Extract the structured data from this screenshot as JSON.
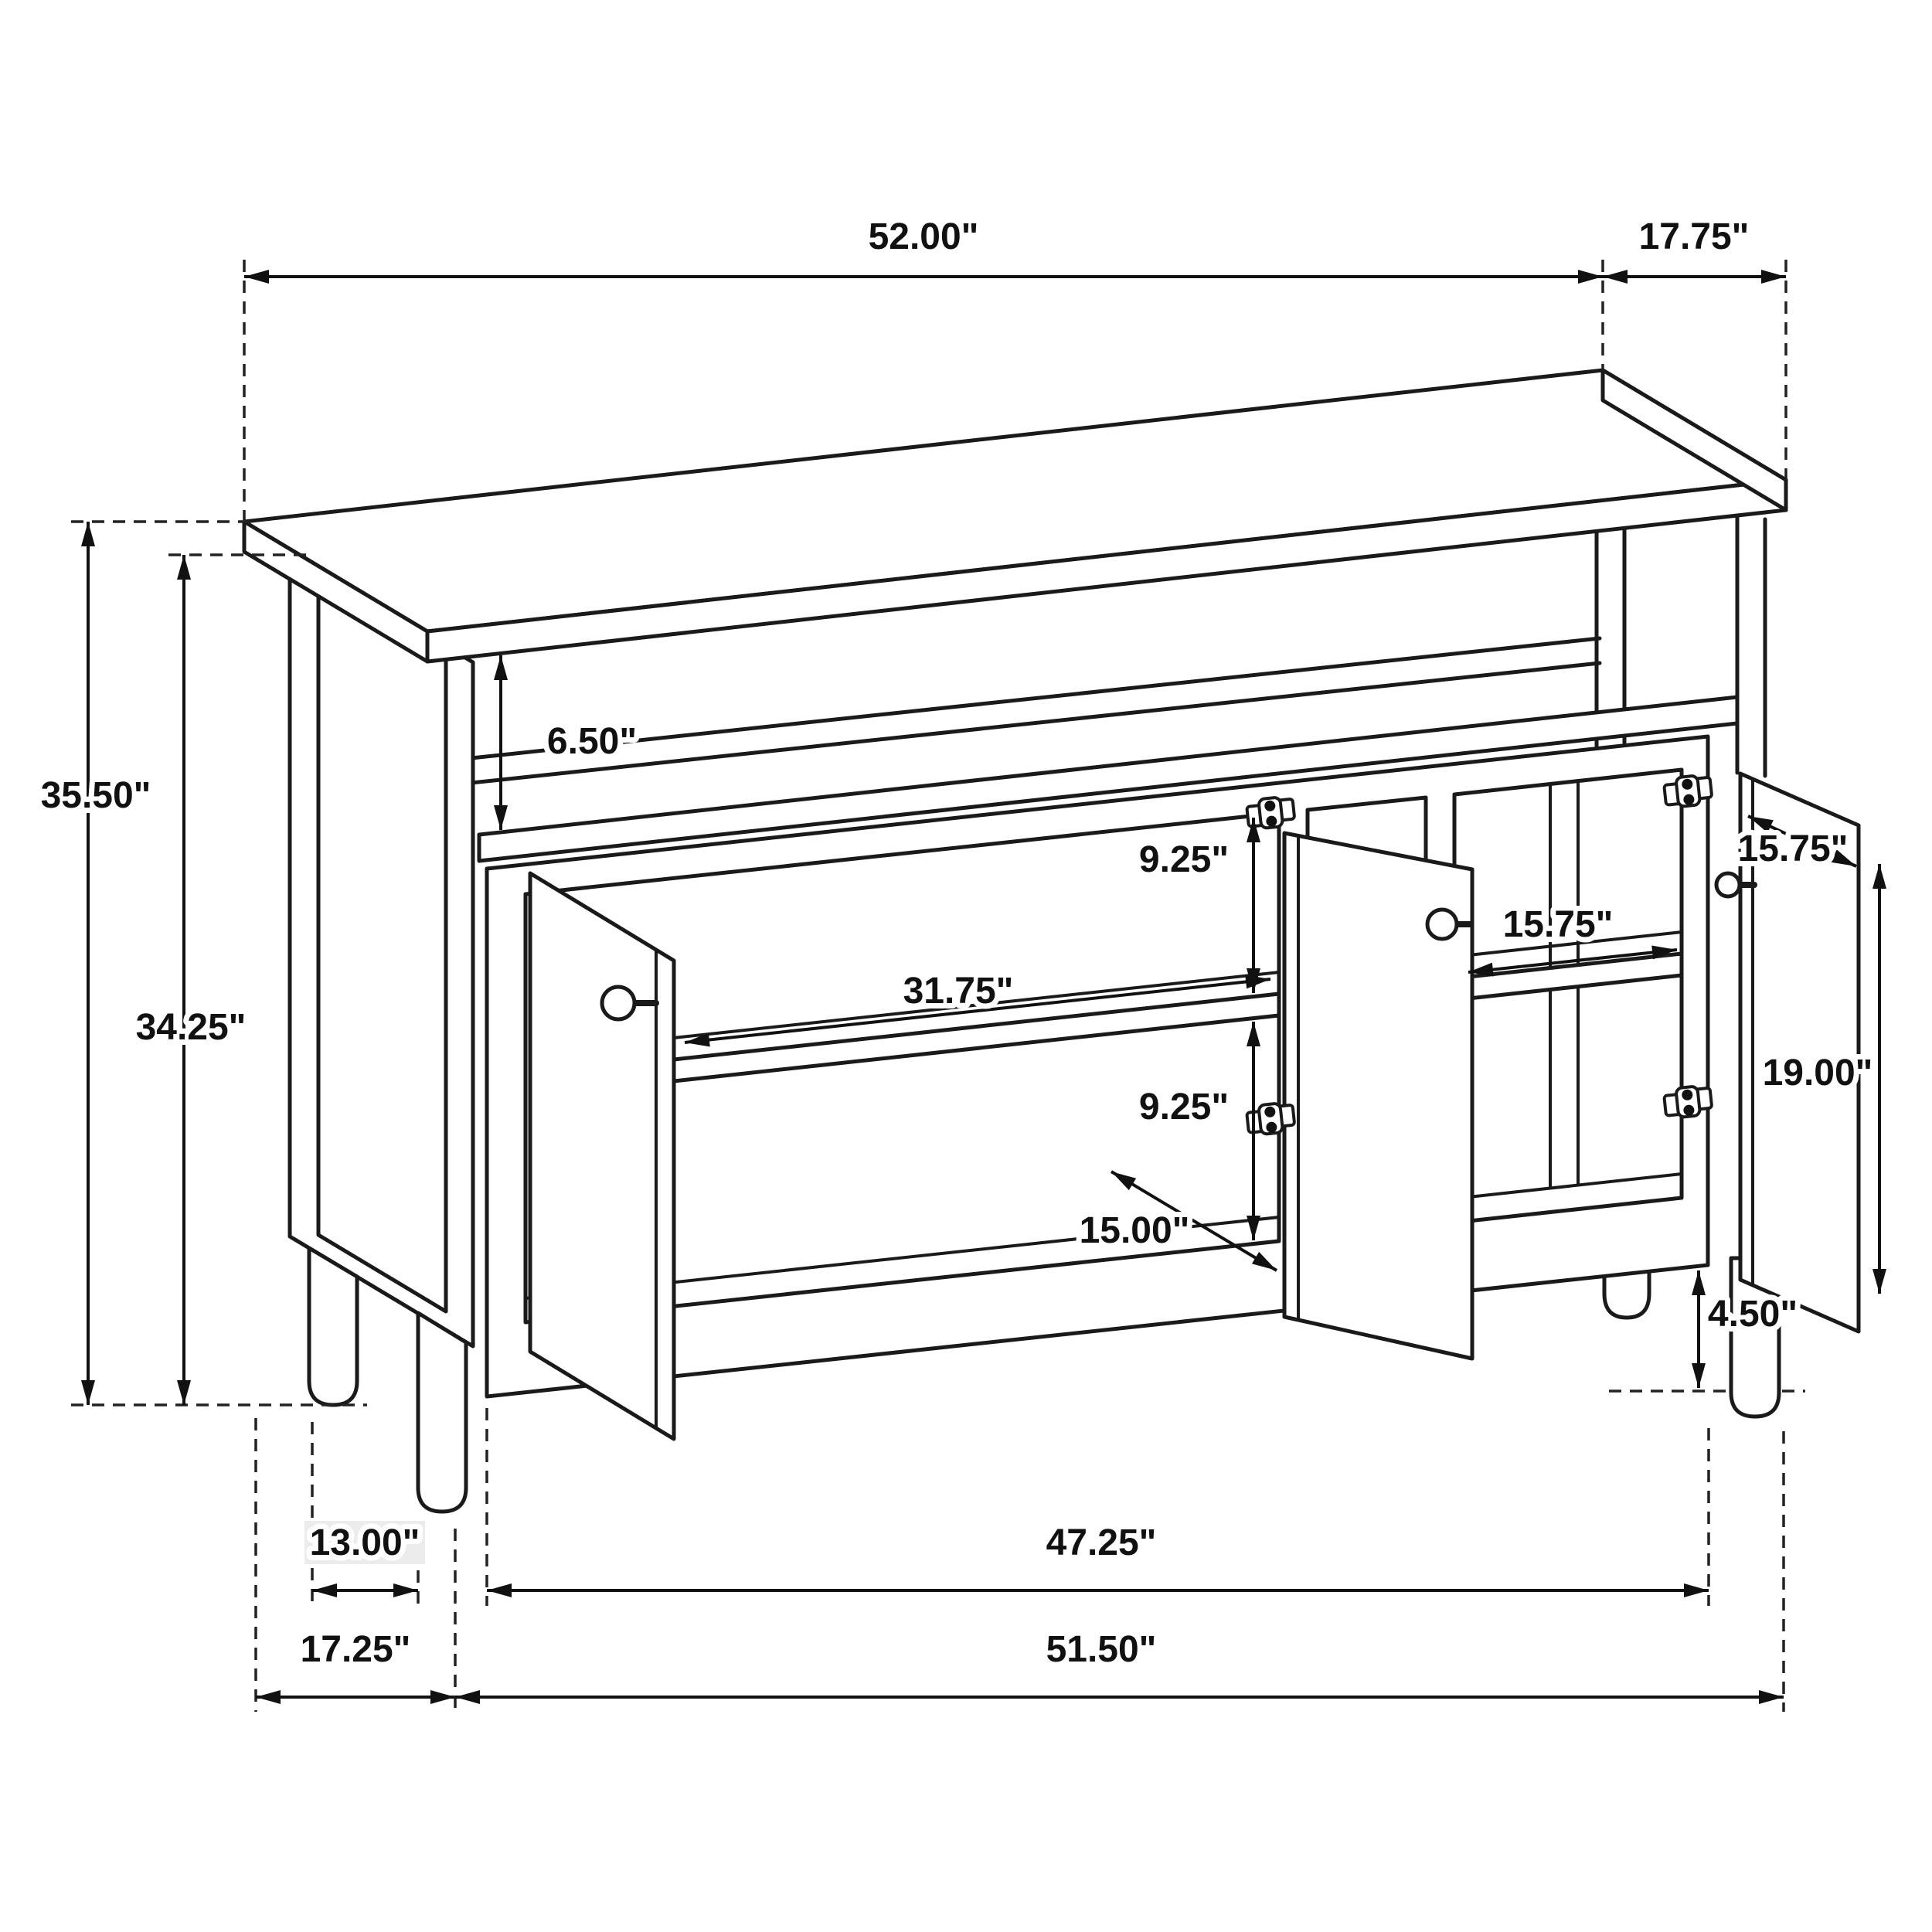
{
  "diagram": {
    "type": "furniture-dimension-drawing",
    "subject": "three-door-console-with-open-shelf",
    "unit": "inches",
    "colors": {
      "line": "#1a1a1a",
      "background": "#ffffff",
      "label_text": "#111111",
      "label_halo": "#ffffff",
      "label_box": "#ececec"
    },
    "dimensions": {
      "top_width": "52.00\"",
      "top_depth": "17.75\"",
      "overall_height": "35.50\"",
      "body_height": "34.25\"",
      "top_shelf_clearance": "6.50\"",
      "upper_compartment_height": "9.25\"",
      "left_interior_width": "31.75\"",
      "lower_compartment_height": "9.25\"",
      "interior_depth": "15.00\"",
      "right_interior_width": "15.75\"",
      "door_width": "15.75\"",
      "door_height": "19.00\"",
      "ground_clearance": "4.50\"",
      "leg_depth_spacing": "13.00\"",
      "inner_leg_span": "47.25\"",
      "base_depth": "17.25\"",
      "outer_base_width": "51.50\""
    }
  }
}
